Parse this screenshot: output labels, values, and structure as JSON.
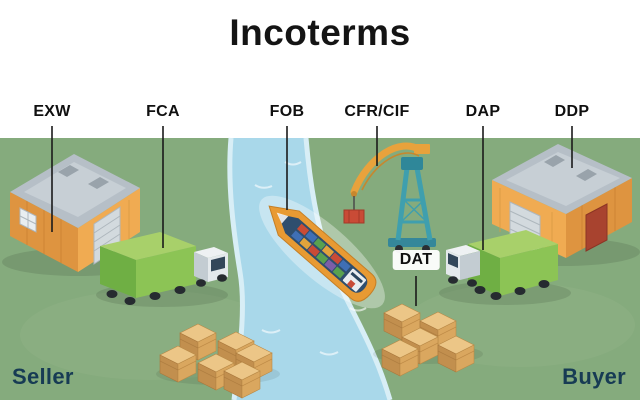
{
  "title": "Incoterms",
  "labels": {
    "exw": "EXW",
    "fca": "FCA",
    "fob": "FOB",
    "cfr_cif": "CFR/CIF",
    "dap": "DAP",
    "ddp": "DDP",
    "dat": "DAT"
  },
  "parties": {
    "seller": "Seller",
    "buyer": "Buyer"
  },
  "colors": {
    "background": "#ffffff",
    "ground": "#85ab7d",
    "river": "#a9d8ea",
    "river_bank": "#d8eef6",
    "warehouse_wall_light": "#f0ab52",
    "warehouse_wall_dark": "#de9440",
    "roof": "#b6bfc7",
    "truck_trailer": "#8cc455",
    "ship_hull": "#e89a33",
    "ship_deck": "#2f4e6e",
    "crane": "#e8a23c",
    "crane_frame": "#3f9fae",
    "crate": "#daa75f",
    "label_text": "#101010",
    "party_text": "#173b54",
    "connector_line": "#1a1a1a"
  }
}
